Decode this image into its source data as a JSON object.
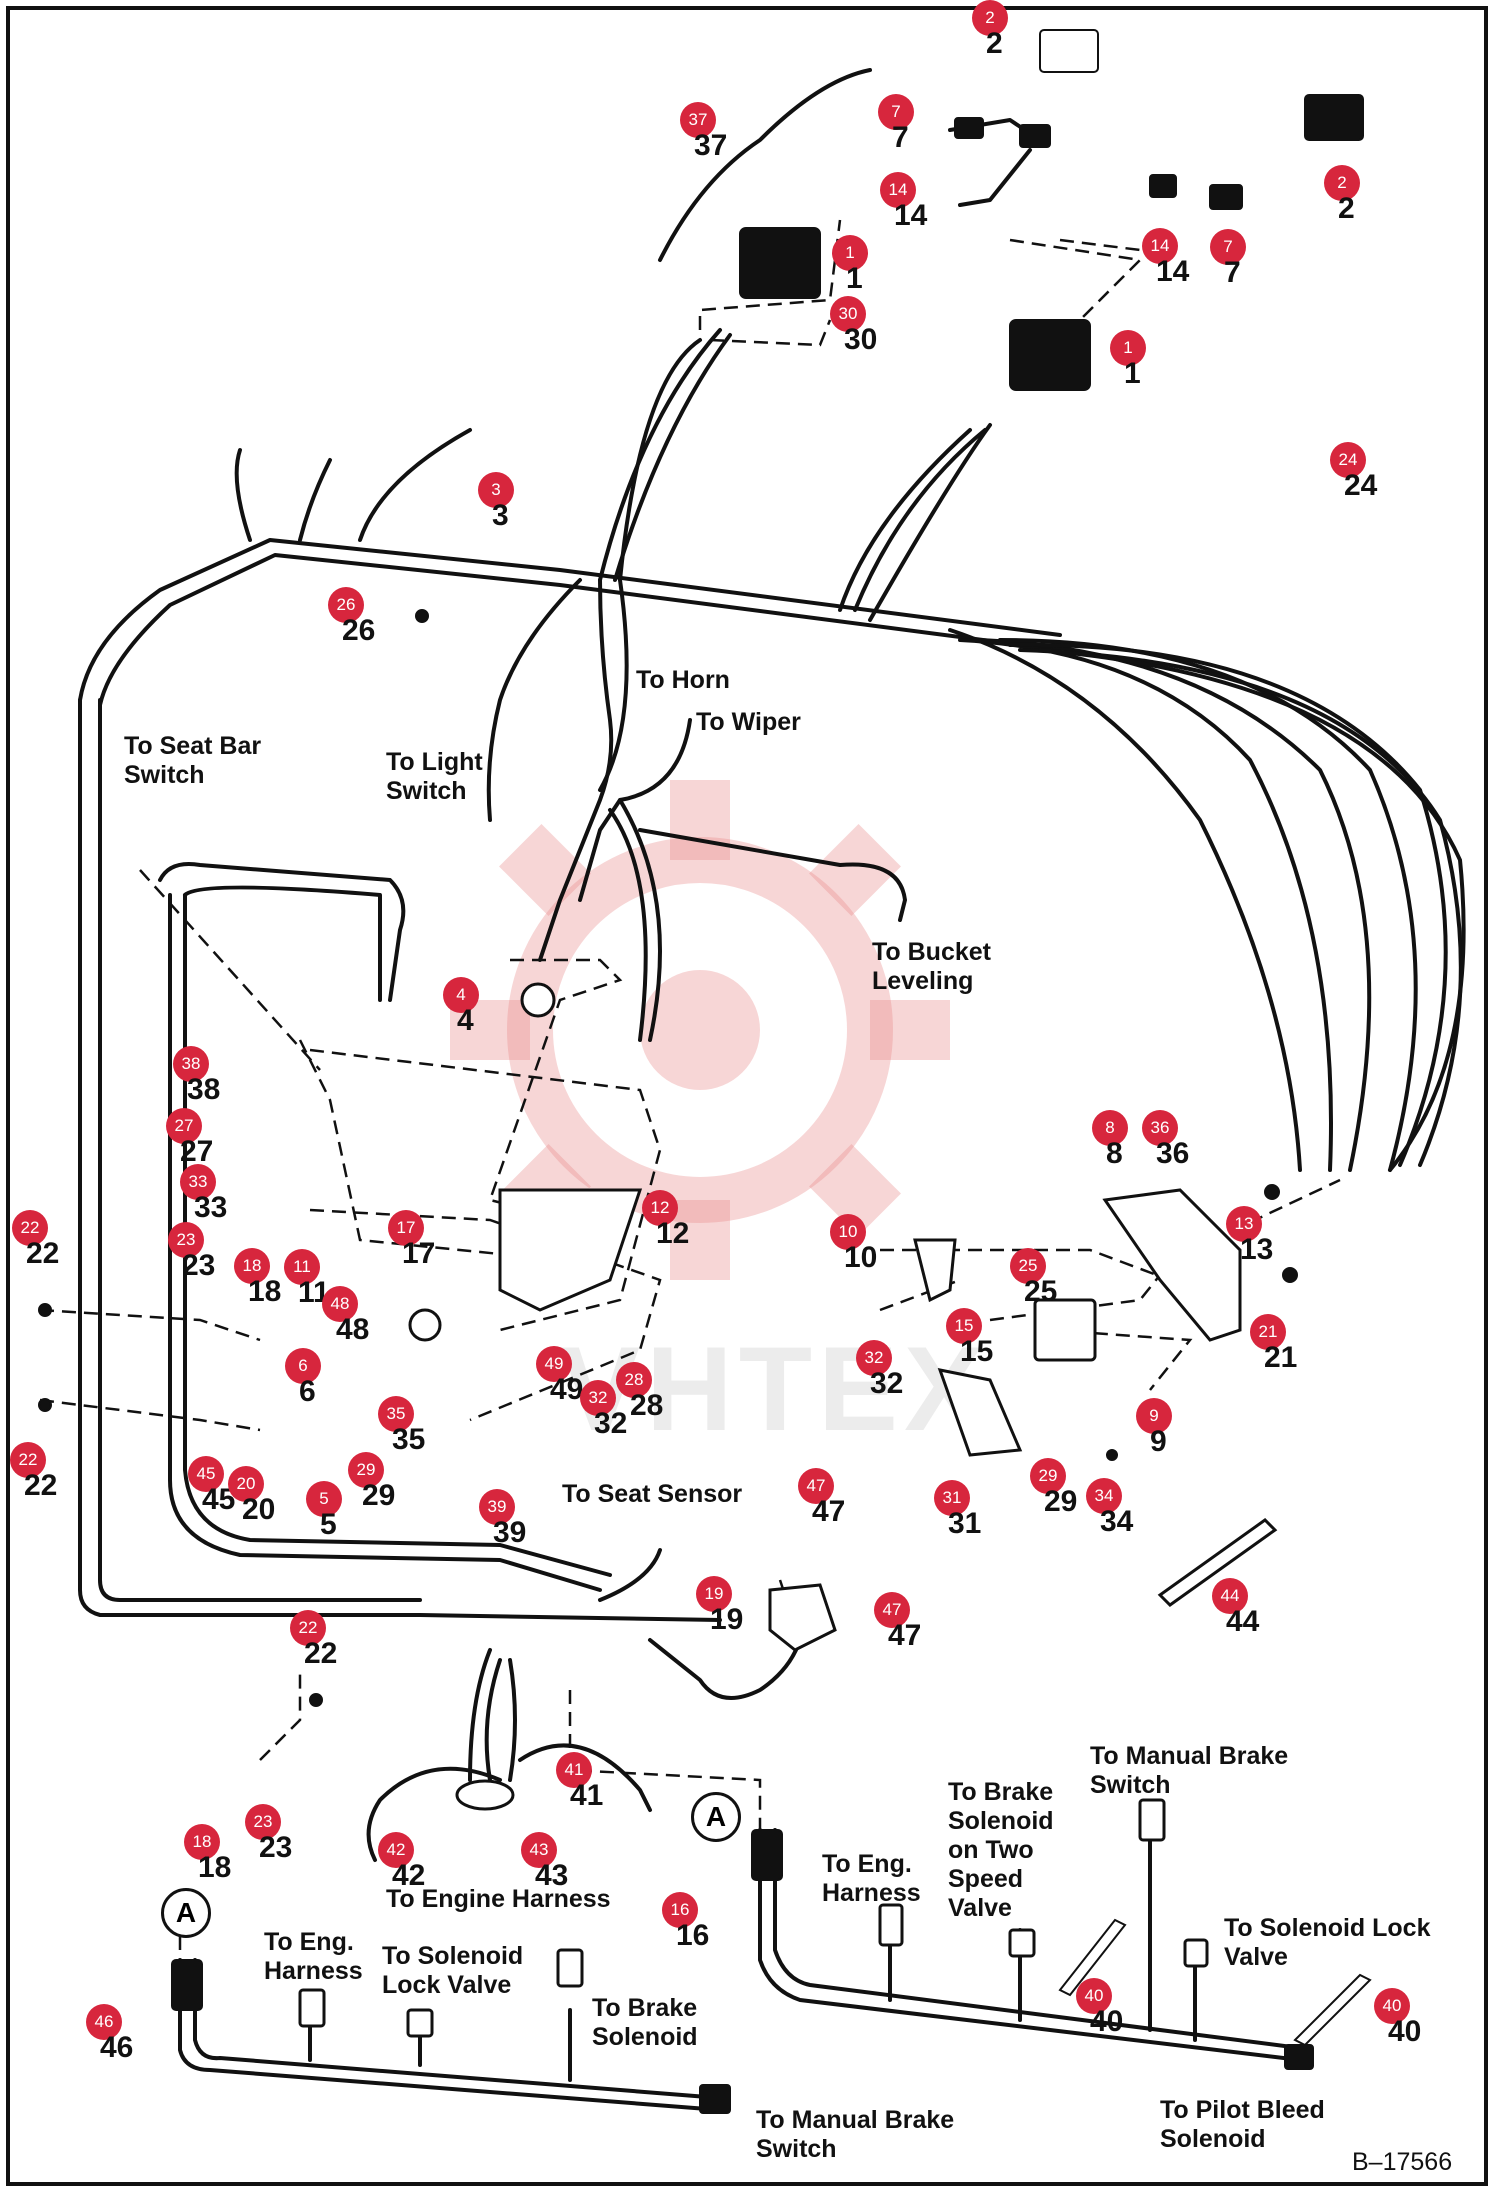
{
  "figure_ref": "B–17566",
  "watermark": "VHTEX",
  "colors": {
    "badge": "#d7263d",
    "line": "#111111",
    "watermark": "#e88a8a"
  },
  "labels": {
    "horn": "To Horn",
    "wiper": "To Wiper",
    "seat_bar": "To Seat Bar\nSwitch",
    "light": "To Light\nSwitch",
    "bucket": "To Bucket\nLeveling",
    "seat_sensor": "To Seat Sensor",
    "engine_harness": "To Engine Harness",
    "manual_brake_top": "To Manual Brake\nSwitch",
    "brake_two_speed": "To Brake\nSolenoid\non Two\nSpeed\nValve",
    "eng_harness_right": "To Eng.\nHarness",
    "solenoid_lock_right": "To Solenoid Lock\nValve",
    "pilot_bleed": "To Pilot Bleed\nSolenoid",
    "eng_harness_left": "To Eng.\nHarness",
    "solenoid_lock_left": "To Solenoid\nLock Valve",
    "brake_solenoid": "To Brake\nSolenoid",
    "manual_brake_bottom": "To Manual Brake\nSwitch"
  },
  "callouts": [
    {
      "id": "c1",
      "text": "A"
    },
    {
      "id": "c2",
      "text": "A"
    }
  ],
  "parts": [
    {
      "n": "2"
    },
    {
      "n": "7"
    },
    {
      "n": "37"
    },
    {
      "n": "14"
    },
    {
      "n": "1"
    },
    {
      "n": "30"
    },
    {
      "n": "2"
    },
    {
      "n": "14"
    },
    {
      "n": "7"
    },
    {
      "n": "1"
    },
    {
      "n": "24"
    },
    {
      "n": "3"
    },
    {
      "n": "26"
    },
    {
      "n": "4"
    },
    {
      "n": "38"
    },
    {
      "n": "27"
    },
    {
      "n": "33"
    },
    {
      "n": "12"
    },
    {
      "n": "8"
    },
    {
      "n": "36"
    },
    {
      "n": "13"
    },
    {
      "n": "22"
    },
    {
      "n": "23"
    },
    {
      "n": "18"
    },
    {
      "n": "11"
    },
    {
      "n": "48"
    },
    {
      "n": "17"
    },
    {
      "n": "10"
    },
    {
      "n": "25"
    },
    {
      "n": "15"
    },
    {
      "n": "21"
    },
    {
      "n": "32"
    },
    {
      "n": "6"
    },
    {
      "n": "49"
    },
    {
      "n": "28"
    },
    {
      "n": "32"
    },
    {
      "n": "35"
    },
    {
      "n": "9"
    },
    {
      "n": "22"
    },
    {
      "n": "45"
    },
    {
      "n": "20"
    },
    {
      "n": "29"
    },
    {
      "n": "5"
    },
    {
      "n": "31"
    },
    {
      "n": "29"
    },
    {
      "n": "34"
    },
    {
      "n": "39"
    },
    {
      "n": "47"
    },
    {
      "n": "19"
    },
    {
      "n": "47"
    },
    {
      "n": "44"
    },
    {
      "n": "22"
    },
    {
      "n": "41"
    },
    {
      "n": "18"
    },
    {
      "n": "23"
    },
    {
      "n": "42"
    },
    {
      "n": "43"
    },
    {
      "n": "16"
    },
    {
      "n": "40"
    },
    {
      "n": "40"
    },
    {
      "n": "46"
    }
  ]
}
